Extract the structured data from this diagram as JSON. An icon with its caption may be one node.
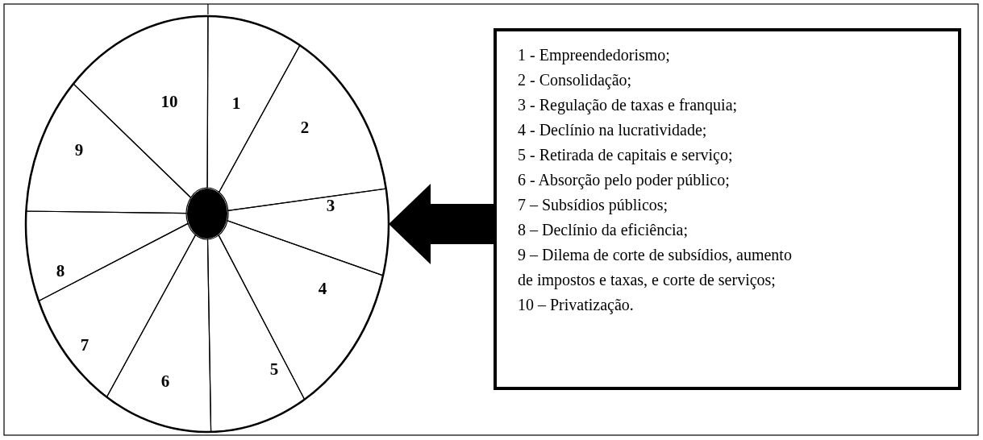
{
  "diagram": {
    "nodes": [
      {
        "text": [],
        "shape": "circle"
      },
      {
        "text": [
          "1"
        ],
        "in": 0
      },
      {
        "text": [
          "2"
        ],
        "in": 0
      },
      {
        "text": [
          "3"
        ],
        "in": 0
      },
      {
        "text": [
          "4"
        ],
        "in": 0
      },
      {
        "text": [
          "5"
        ],
        "in": 0
      },
      {
        "text": [
          "6"
        ],
        "in": 0
      },
      {
        "text": [
          "7"
        ],
        "in": 0
      },
      {
        "text": [
          "8"
        ],
        "in": 0
      },
      {
        "text": [
          "9"
        ],
        "in": 0
      },
      {
        "text": [
          "10"
        ],
        "in": 0
      },
      {
        "text": [],
        "shape": "circle",
        "in": 0
      },
      {
        "text": [
          "1 - Empreendedorismo;",
          "2 - Consolidação;",
          "3 - Regulação de taxas e franquia;",
          "4 - Declínio na lucratividade;",
          "5 - Retirada de capitais e serviço;",
          "6 - Absorção pelo poder público;",
          "7 – Subsídios públicos;",
          "8 – Declínio da eficiência;",
          "9 – Dilema de corte de subsídios, aumento de impostos e taxas, e corte de serviços;",
          "10 – Privatização."
        ]
      }
    ],
    "edges": [
      {
        "from": 12,
        "to": 0,
        "arrow": "to"
      }
    ]
  }
}
